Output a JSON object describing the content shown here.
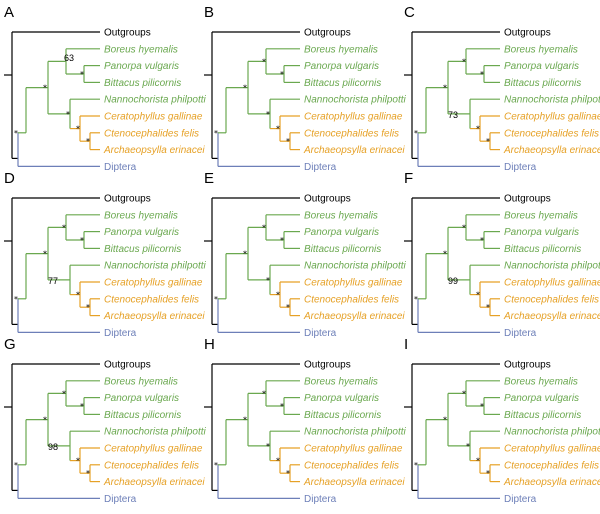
{
  "colors": {
    "outgroup": "#000000",
    "mecoptera": "#6aa84f",
    "siphonaptera": "#e6a126",
    "diptera": "#6d7fb8"
  },
  "taxa": {
    "outgroups": "Outgroups",
    "boreus": "Boreus hyemalis",
    "panorpa": "Panorpa vulgaris",
    "bittacus": "Bittacus pilicornis",
    "nannochorista": "Nannochorista philpotti",
    "ceratophyllus": "Ceratophyllus gallinae",
    "ctenocephalides": "Ctenocephalides felis",
    "archaeopsylla": "Archaeopsylla erinacei",
    "diptera": "Diptera"
  },
  "star_symbol": "*",
  "panels": [
    {
      "label": "A",
      "topology": "boreus_sister",
      "support": {
        "boreus_node": "63"
      }
    },
    {
      "label": "B",
      "topology": "boreus_sister",
      "support": {}
    },
    {
      "label": "C",
      "topology": "boreus_sister",
      "support": {
        "nanno_node": "73"
      }
    },
    {
      "label": "D",
      "topology": "boreus_sister",
      "support": {
        "nanno_node": "77"
      }
    },
    {
      "label": "E",
      "topology": "boreus_sister",
      "support": {}
    },
    {
      "label": "F",
      "topology": "boreus_sister",
      "support": {
        "nanno_node": "99"
      }
    },
    {
      "label": "G",
      "topology": "boreus_sister",
      "support": {
        "nanno_node": "98"
      }
    },
    {
      "label": "H",
      "topology": "boreus_sister",
      "support": {}
    },
    {
      "label": "I",
      "topology": "boreus_sister",
      "support": {}
    }
  ]
}
